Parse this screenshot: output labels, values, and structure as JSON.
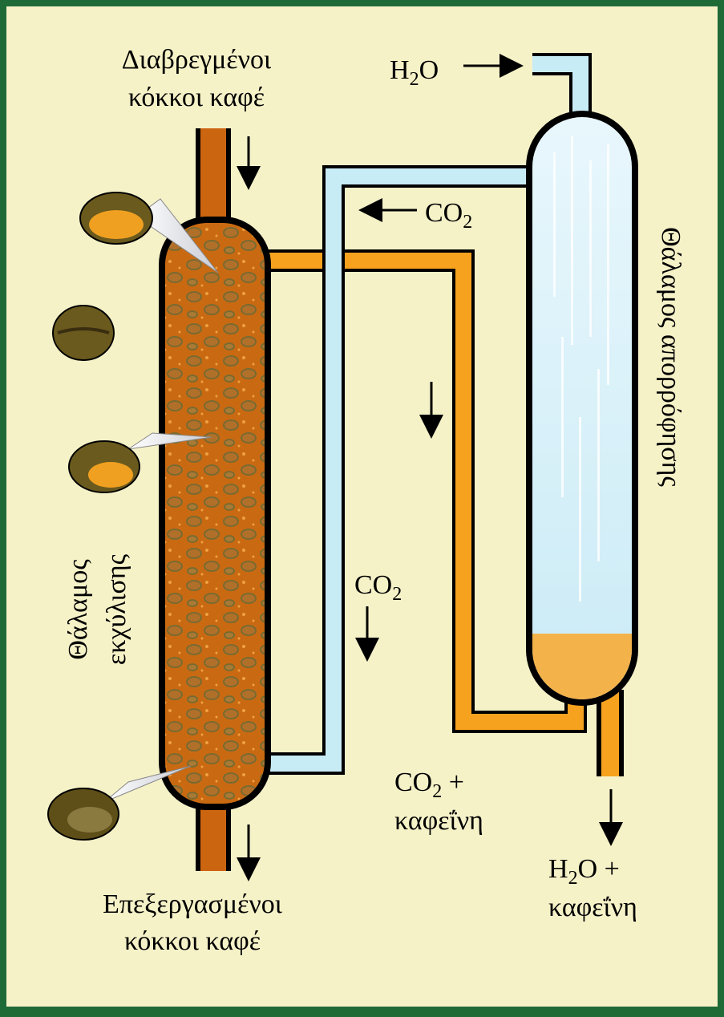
{
  "labels": {
    "wet_beans_line1": "Διαβρεγμένοι",
    "wet_beans_line2": "κόκκοι καφέ",
    "processed_beans_line1": "Επεξεργασμένοι",
    "processed_beans_line2": "κόκκοι καφέ",
    "extraction_chamber_line1": "Θάλαμος",
    "extraction_chamber_line2": "εκχύλισης",
    "absorption_chamber": "Θάλαμος απορρόφησης",
    "water_in_main": "H",
    "water_in_sub": "2",
    "water_in_end": "O",
    "co2_top_main": "CO",
    "co2_top_sub": "2",
    "co2_mid_main": "CO",
    "co2_mid_sub": "2",
    "co2_caffeine_main": "CO",
    "co2_caffeine_sub": "2",
    "co2_caffeine_plus": " +",
    "co2_caffeine_line2": "καφεΐνη",
    "water_caffeine_main": "H",
    "water_caffeine_sub": "2",
    "water_caffeine_end": "O +",
    "water_caffeine_line2": "καφεΐνη"
  },
  "colors": {
    "background": "#f6f2c8",
    "border": "#1f6b38",
    "extraction_body": "#c96a12",
    "bean_pipe": "#cc6510",
    "co2_pipe": "#f7a21f",
    "water_pipe": "#c8ecf6",
    "absorber_fill": "#cfeef8",
    "absorber_sediment": "#f3b24a",
    "outline": "#000000"
  }
}
